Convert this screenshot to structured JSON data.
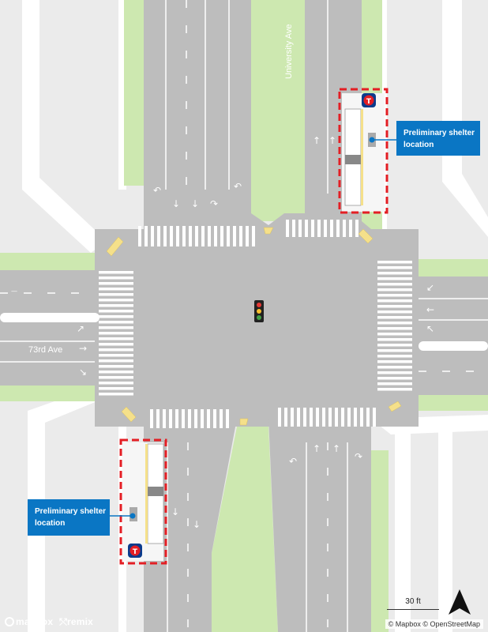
{
  "map": {
    "streets": {
      "north_south": "University Ave",
      "east_west": "73rd Ave"
    },
    "callouts": [
      {
        "id": "ne",
        "lines": [
          "Preliminary shelter",
          "location"
        ]
      },
      {
        "id": "sw",
        "lines": [
          "Preliminary shelter",
          "location"
        ]
      }
    ],
    "scale_label": "30 ft",
    "attribution": "© Mapbox © OpenStreetMap",
    "logos": [
      "mapbox",
      "remix"
    ],
    "icons": [
      "transit-stop-icon",
      "traffic-signal-icon",
      "north-arrow-icon"
    ],
    "colors": {
      "road": "#bdbdbd",
      "sidewalk": "#ffffff",
      "grass": "#cde8b0",
      "land": "#ebebeb",
      "highlight": "#e31e24",
      "callout": "#0a76c4",
      "bus": "#ffffff",
      "curb_ramp": "#f5e08a"
    }
  }
}
